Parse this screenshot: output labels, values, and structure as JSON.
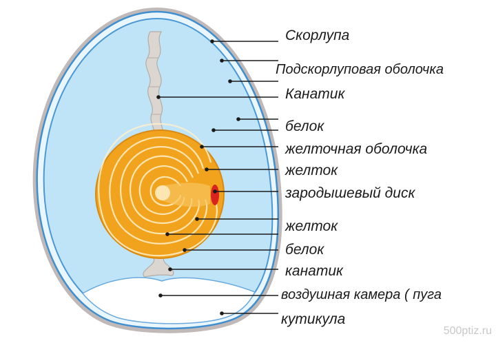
{
  "labels": {
    "shell": "Скорлупа",
    "shell_membrane": "Подскорлуповая оболочка",
    "chalaza_top": "Канатик",
    "albumen_top": "белок",
    "vitelline_membrane": "желточная оболочка",
    "yolk_1": "желток",
    "germinal_disc": "зародышевый диск",
    "yolk_2": "желток",
    "albumen_bottom": "белок",
    "chalaza_bottom": "канатик",
    "air_cell": "воздушная камера ( пуга",
    "cuticle": "кутикула"
  },
  "watermark": "500ptiz.ru",
  "colors": {
    "shell": "#b5b0b0",
    "membrane": "#3f8fd0",
    "albumen": "#bfe3f7",
    "yolk": "#f2a31e",
    "yolk_rings": "#fff1cc",
    "germinal_disc": "#d8231e",
    "chalaza": "#d9d4cf",
    "air_cell": "#ffffff",
    "leader": "#1a1a1a"
  }
}
